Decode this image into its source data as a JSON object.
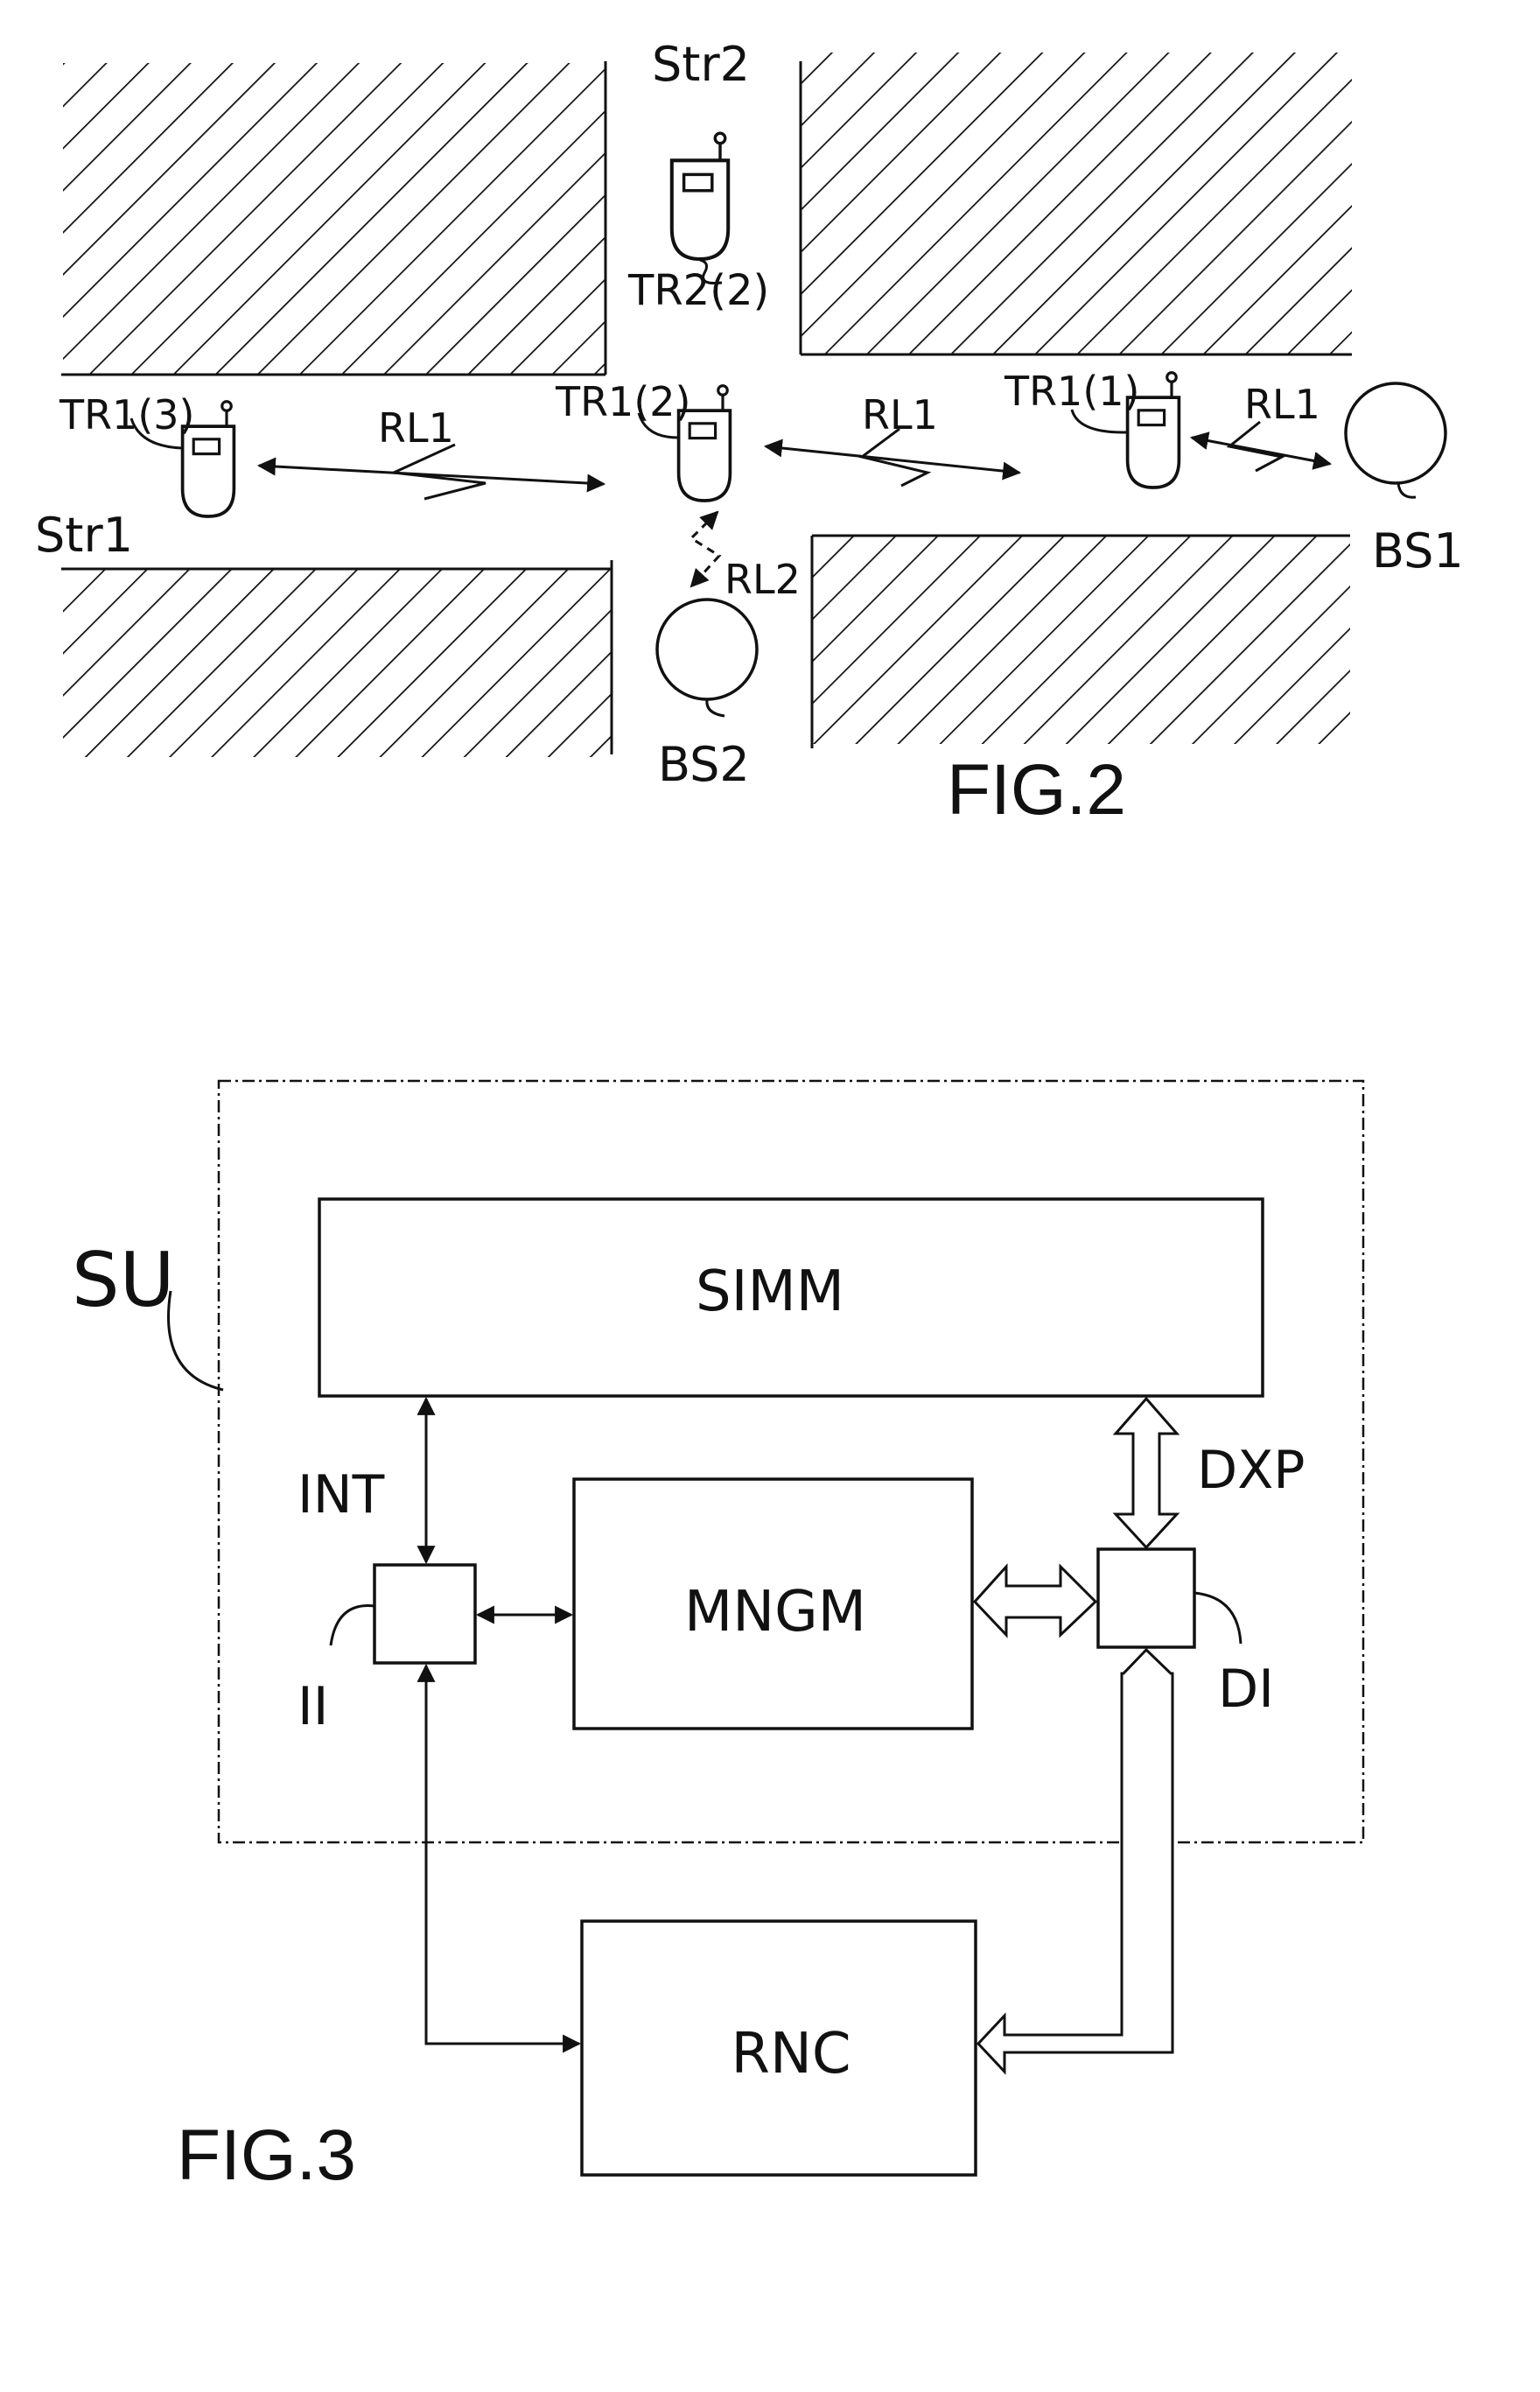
{
  "fig2": {
    "caption": "FIG.2",
    "streets": {
      "str1": "Str1",
      "str2": "Str2"
    },
    "terminals": {
      "tr1_3": "TR1(3)",
      "tr1_2": "TR1(2)",
      "tr1_1": "TR1(1)",
      "tr2_2": "TR2(2)"
    },
    "base_stations": {
      "bs1": "BS1",
      "bs2": "BS2"
    },
    "links": {
      "rl1_left": "RL1",
      "rl1_mid": "RL1",
      "rl1_right": "RL1",
      "rl2": "RL2"
    }
  },
  "fig3": {
    "caption": "FIG.3",
    "unit": "SU",
    "blocks": {
      "simm": "SIMM",
      "mngm": "MNGM",
      "rnc": "RNC"
    },
    "interfaces": {
      "ii": "II",
      "di": "DI"
    },
    "links": {
      "int": "INT",
      "dxp": "DXP"
    }
  },
  "colors": {
    "ink": "#111111",
    "paper": "#ffffff"
  }
}
